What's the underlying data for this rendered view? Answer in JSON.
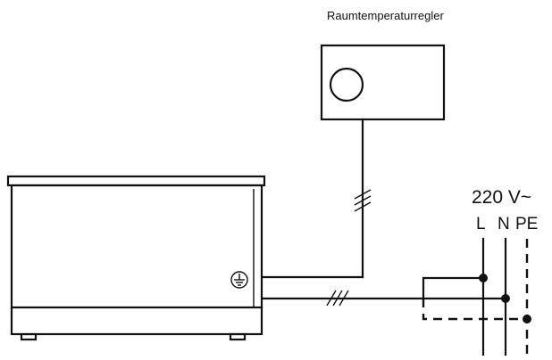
{
  "thermostat": {
    "label": "Raumtemperaturregler"
  },
  "supply": {
    "voltage": "220 V~",
    "conductors": [
      "L",
      "N",
      "PE"
    ]
  },
  "icons": {
    "ground": "ground-symbol-icon",
    "control_knob": "dial-knob-icon",
    "multi_wire": "multi-conductor-slash-icon"
  },
  "colors": {
    "line": "#111111",
    "background": "#ffffff"
  }
}
